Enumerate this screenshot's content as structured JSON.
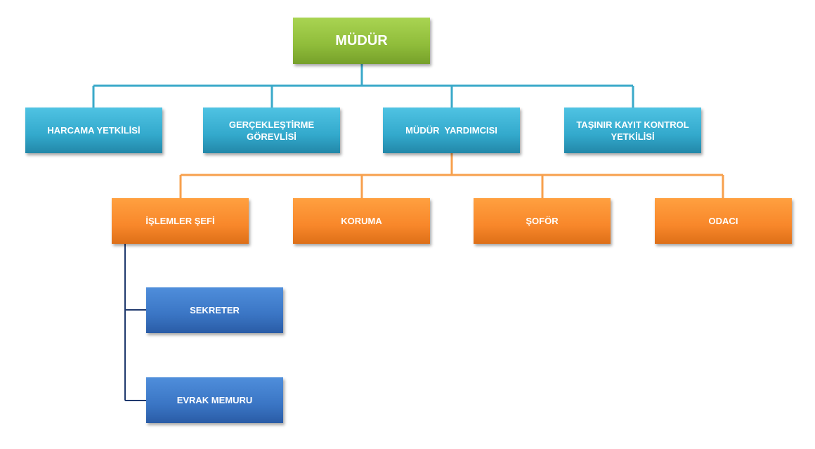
{
  "chart": {
    "root": "MÜDÜR",
    "level1": {
      "harcama": "HARCAMA YETKİLİSİ",
      "gerceklestirme": "GERÇEKLEŞTİRME GÖREVLİSİ",
      "mudur_yardimcisi": "MÜDÜR  YARDIMCISI",
      "tasinir_line1": "TAŞINIR KAYIT KONTROL",
      "tasinir_line2": "YETKİLİSİ"
    },
    "level2": {
      "islemler_sefi": "İŞLEMLER ŞEFİ",
      "koruma": "KORUMA",
      "sofor": "ŞOFÖR",
      "odaci": "ODACI"
    },
    "level3": {
      "sekreter": "SEKRETER",
      "evrak_memuru": "EVRAK MEMURU"
    }
  },
  "colors": {
    "root": "#8fbc3a",
    "level1": "#33a9cc",
    "level2": "#f8872a",
    "level3": "#3a75c4",
    "line_teal": "#3aa9c9",
    "line_orange": "#f7a04d",
    "line_navy": "#203a6e"
  }
}
